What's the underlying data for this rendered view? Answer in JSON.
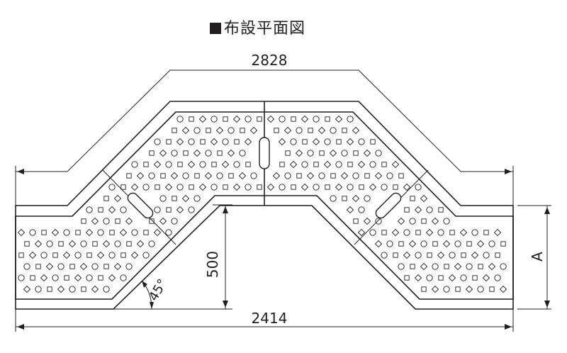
{
  "title": "布設平面図",
  "title_marker": "■",
  "dimensions": {
    "top_length": "2828",
    "bottom_length": "2414",
    "height": "500",
    "side": "A",
    "angle": "45°"
  },
  "colors": {
    "line": "#231f20",
    "background": "#ffffff"
  }
}
